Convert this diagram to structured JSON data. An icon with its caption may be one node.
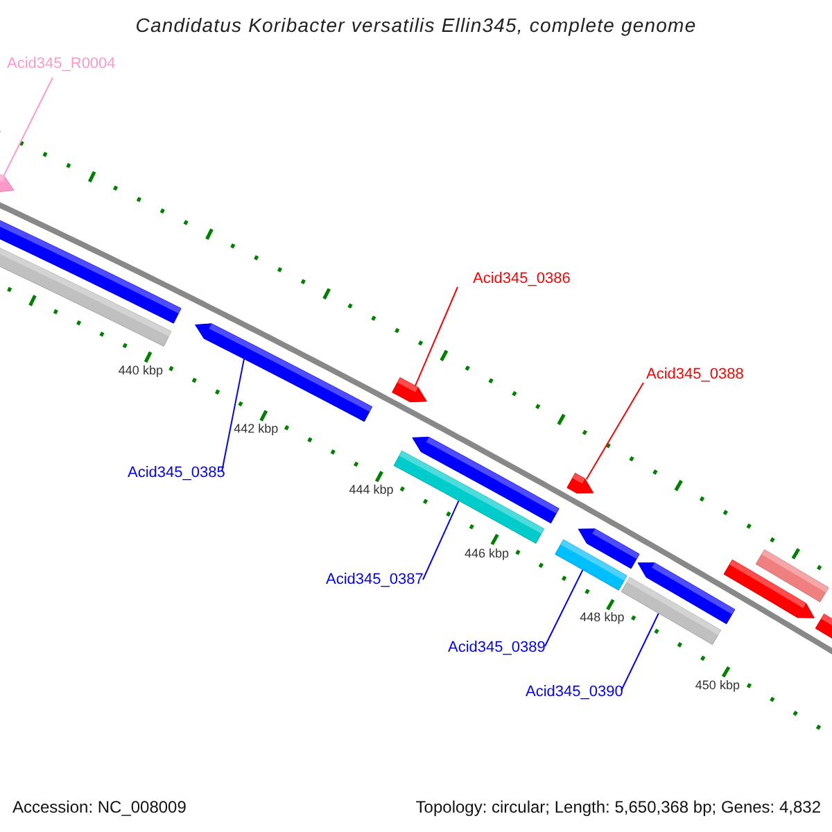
{
  "diagram": {
    "title": "Candidatus Koribacter versatilis Ellin345, complete genome",
    "nodes": [
      {
        "text": [
          "Acid345_R0004"
        ]
      },
      {
        "text": [],
        "shape": "bar"
      },
      {
        "text": [
          "Acid345_0386"
        ]
      },
      {
        "text": [],
        "shape": "bar"
      },
      {
        "text": [
          "Acid345_0388"
        ]
      },
      {
        "text": [],
        "shape": "bar"
      },
      {
        "text": [
          "Acid345_0385"
        ]
      },
      {
        "text": [],
        "shape": "bar"
      },
      {
        "text": [
          "Acid345_0387"
        ]
      },
      {
        "text": [],
        "shape": "bar"
      },
      {
        "text": [
          "Acid345_0389"
        ]
      },
      {
        "text": [],
        "shape": "bar"
      },
      {
        "text": [
          "Acid345_0390"
        ]
      },
      {
        "text": [],
        "shape": "bar"
      },
      {
        "text": [],
        "shape": "bar"
      },
      {
        "text": [],
        "shape": "bar"
      },
      {
        "text": [],
        "shape": "bar"
      },
      {
        "text": [],
        "shape": "bar"
      },
      {
        "text": [],
        "shape": "bar"
      },
      {
        "text": [],
        "shape": "bar"
      },
      {
        "text": [],
        "shape": "bar"
      },
      {
        "text": [],
        "shape": "bar"
      }
    ],
    "edges": [
      {
        "from": 0,
        "to": 1,
        "arrow": "none",
        "color": "#ff99cc"
      },
      {
        "from": 2,
        "to": 3,
        "arrow": "none",
        "color": "#ff0000"
      },
      {
        "from": 4,
        "to": 5,
        "arrow": "none",
        "color": "#ff0000"
      },
      {
        "from": 6,
        "to": 7,
        "arrow": "none"
      },
      {
        "from": 8,
        "to": 9,
        "arrow": "none"
      },
      {
        "from": 10,
        "to": 11,
        "arrow": "none"
      },
      {
        "from": 12,
        "to": 13,
        "arrow": "none"
      }
    ],
    "labels": [
      "440 kbp",
      "442 kbp",
      "444 kbp",
      "446 kbp",
      "448 kbp",
      "450 kbp",
      "Accession: NC_008009",
      "Topology: circular; Length: 5,650,368 bp; Genes: 4,832"
    ]
  }
}
